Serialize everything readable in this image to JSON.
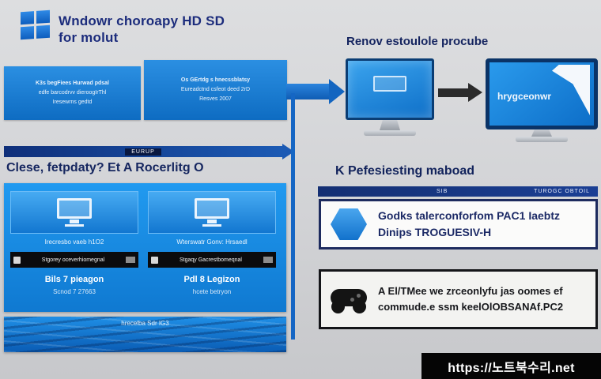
{
  "colors": {
    "accent": "#1566c4",
    "navy": "#15265f",
    "panel_blue": "#1590ea",
    "black": "#0b0b0d"
  },
  "header": {
    "title_line1": "Wndowr choroapy HD SD",
    "title_line2": "for molut"
  },
  "info_boxes": [
    {
      "lines": [
        "K3s begFiees Hurwad pdsal",
        "edfe barcodrvv dieroogIrThl",
        "Iresewrns gedtd"
      ]
    },
    {
      "lines": [
        "Os GErtdg s hnecssblatsy",
        "Eureadctnd csfeot deed 2rD",
        "Resves 2007"
      ]
    }
  ],
  "flow_bar": {
    "label": "EURUP"
  },
  "section_heading": "Clese, fetpdaty? Et A Rocerlitg O",
  "panel": {
    "columns": [
      {
        "tile_label": "Irecresbo vaeb h1O2",
        "bar_text": "Stgorey oceverhiomegnal",
        "title": "Bils 7 pieagon",
        "subtitle": "Scnod 7 27663"
      },
      {
        "tile_label": "Wterswatr Gonv: Hrsaedl",
        "bar_text": "Stgaqy Gacrestbomeqnal",
        "title": "Pdl 8 Legizon",
        "subtitle": "hcete betryon"
      }
    ],
    "water_label": "hrecelba Sdr IG3"
  },
  "right": {
    "heading_top": "Renov estoulole procube",
    "monitor_label": "hrygceonwr",
    "heading_mid": "K Pefesiesting maboad",
    "strip": {
      "label_left": "SIB",
      "label_right": "TUROGC OBTOIL"
    },
    "cards": [
      {
        "line1": "Godks talerconforfom PAC1 Iaebtz",
        "line2": "Dinips TROGUESIV-H"
      },
      {
        "line1": "A El/TMee we zrceonlyfu jas oomes ef",
        "line2": "commude.e ssm keelOlOBSANAf.PC2"
      }
    ]
  },
  "footer": {
    "url": "https://노트북수리.net"
  }
}
